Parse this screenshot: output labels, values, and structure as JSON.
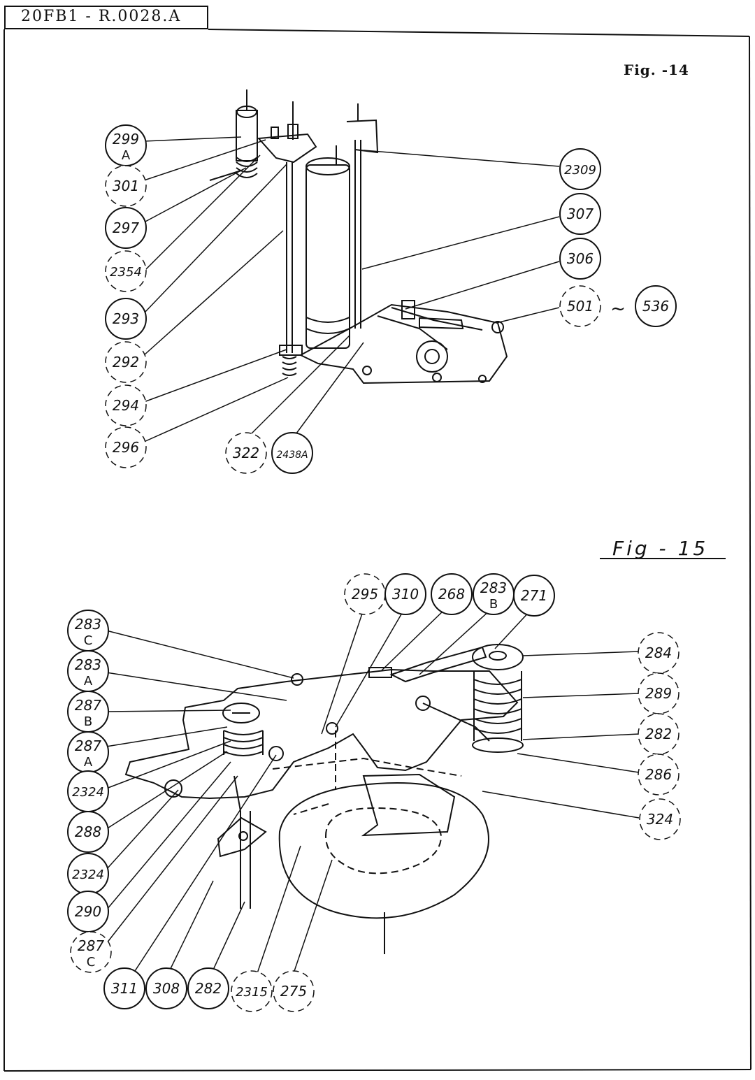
{
  "header": {
    "doc_id": "20FB1 - R.0028.A"
  },
  "fig14": {
    "title": "Fig. -14",
    "range_sign": "~",
    "callouts": [
      {
        "num": "299",
        "sub": "A"
      },
      {
        "num": "301",
        "sub": ""
      },
      {
        "num": "297",
        "sub": ""
      },
      {
        "num": "2354",
        "sub": ""
      },
      {
        "num": "293",
        "sub": ""
      },
      {
        "num": "292",
        "sub": ""
      },
      {
        "num": "294",
        "sub": ""
      },
      {
        "num": "296",
        "sub": ""
      },
      {
        "num": "322",
        "sub": ""
      },
      {
        "num": "2438A",
        "sub": ""
      },
      {
        "num": "2309",
        "sub": ""
      },
      {
        "num": "307",
        "sub": ""
      },
      {
        "num": "306",
        "sub": ""
      },
      {
        "num": "501",
        "sub": ""
      },
      {
        "num": "536",
        "sub": ""
      }
    ]
  },
  "fig15": {
    "title": "Fig - 15",
    "callouts": [
      {
        "num": "283",
        "sub": "C"
      },
      {
        "num": "283",
        "sub": "A"
      },
      {
        "num": "287",
        "sub": "B"
      },
      {
        "num": "287",
        "sub": "A"
      },
      {
        "num": "2324",
        "sub": ""
      },
      {
        "num": "288",
        "sub": ""
      },
      {
        "num": "2324",
        "sub": ""
      },
      {
        "num": "290",
        "sub": ""
      },
      {
        "num": "287",
        "sub": "C"
      },
      {
        "num": "311",
        "sub": ""
      },
      {
        "num": "308",
        "sub": ""
      },
      {
        "num": "282",
        "sub": ""
      },
      {
        "num": "2315",
        "sub": ""
      },
      {
        "num": "275",
        "sub": ""
      },
      {
        "num": "295",
        "sub": ""
      },
      {
        "num": "310",
        "sub": ""
      },
      {
        "num": "268",
        "sub": ""
      },
      {
        "num": "283",
        "sub": "B"
      },
      {
        "num": "271",
        "sub": ""
      },
      {
        "num": "284",
        "sub": ""
      },
      {
        "num": "289",
        "sub": ""
      },
      {
        "num": "282",
        "sub": ""
      },
      {
        "num": "286",
        "sub": ""
      },
      {
        "num": "324",
        "sub": ""
      }
    ]
  }
}
